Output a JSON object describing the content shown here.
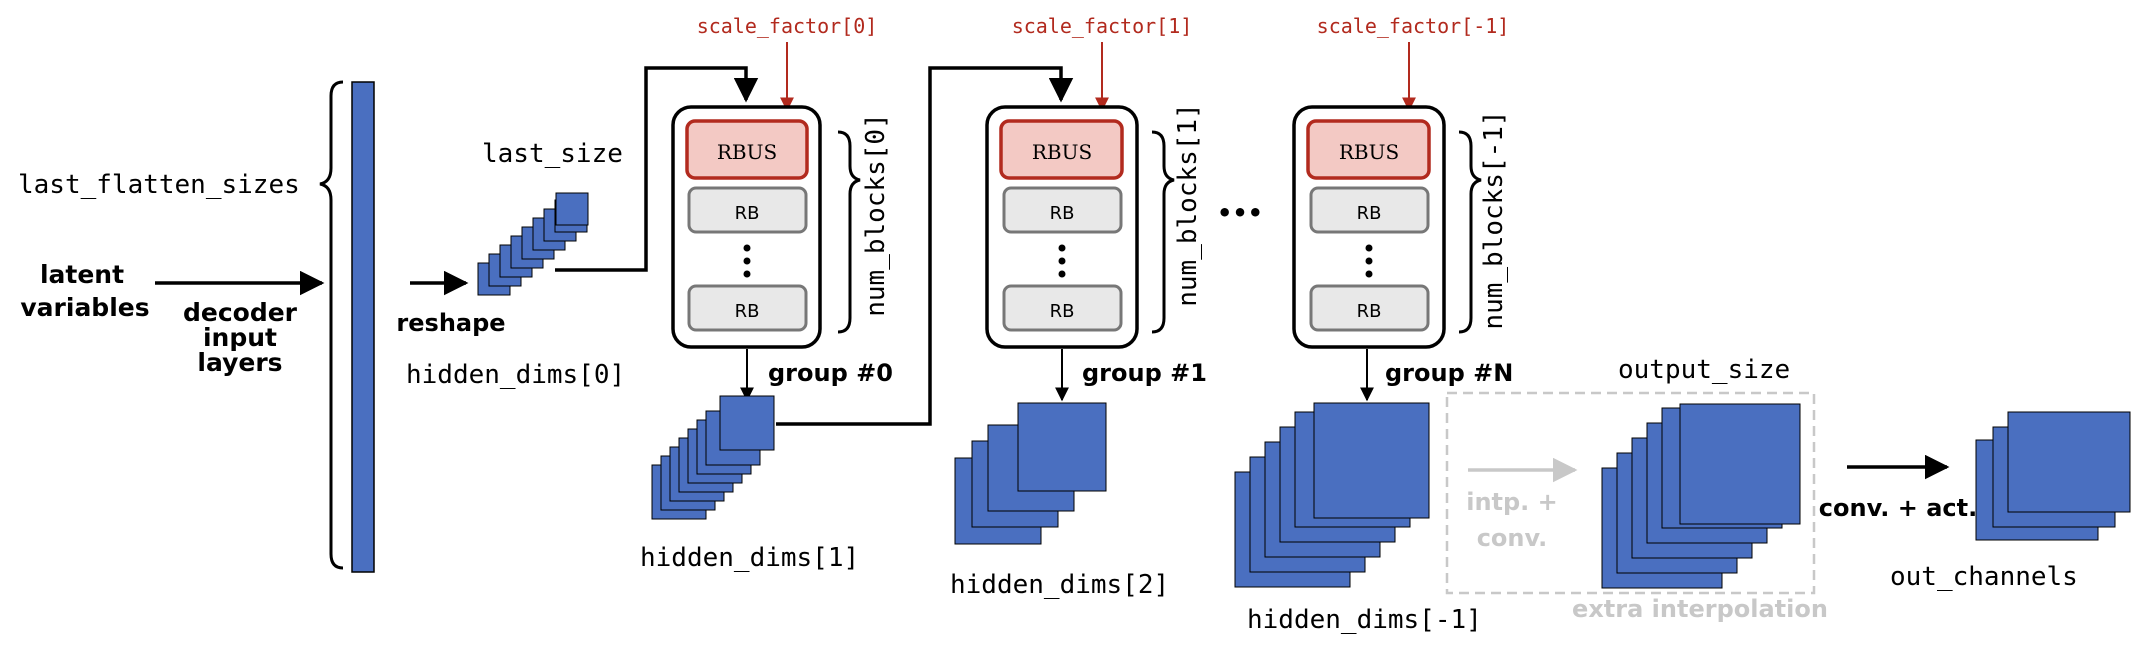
{
  "inputs": {
    "latent_line1": "latent",
    "latent_line2": "variables",
    "decoder_line1": "decoder",
    "decoder_line2": "input",
    "decoder_line3": "layers",
    "last_flatten_sizes": "last_flatten_sizes",
    "reshape": "reshape",
    "last_size": "last_size",
    "hidden_dims_0": "hidden_dims[0]"
  },
  "groups": [
    {
      "scale_factor": "scale_factor[0]",
      "rbus": "RBUS",
      "rb_top": "RB",
      "rb_bottom": "RB",
      "num_blocks": "num_blocks[0]",
      "group_label": "group #0",
      "hidden_dims_label": "hidden_dims[1]"
    },
    {
      "scale_factor": "scale_factor[1]",
      "rbus": "RBUS",
      "rb_top": "RB",
      "rb_bottom": "RB",
      "num_blocks": "num_blocks[1]",
      "group_label": "group #1",
      "hidden_dims_label": "hidden_dims[2]"
    },
    {
      "scale_factor": "scale_factor[-1]",
      "rbus": "RBUS",
      "rb_top": "RB",
      "rb_bottom": "RB",
      "num_blocks": "num_blocks[-1]",
      "group_label": "group #N",
      "hidden_dims_label": "hidden_dims[-1]"
    }
  ],
  "ellipsis": "•••",
  "interp": {
    "label_line1": "intp. +",
    "label_line2": "conv.",
    "box_label": "extra interpolation",
    "output_size": "output_size"
  },
  "output": {
    "conv_act": "conv. + act.",
    "out_channels": "out_channels"
  },
  "colors": {
    "tensor_blue": "#4a6fc0",
    "rbus_fill": "#f3c9c4",
    "rbus_border": "#b22a1e",
    "scale_red": "#b22a1e",
    "rb_fill": "#e8e8e8",
    "rb_border": "#777777",
    "interp_gray": "#c8c8c8"
  }
}
